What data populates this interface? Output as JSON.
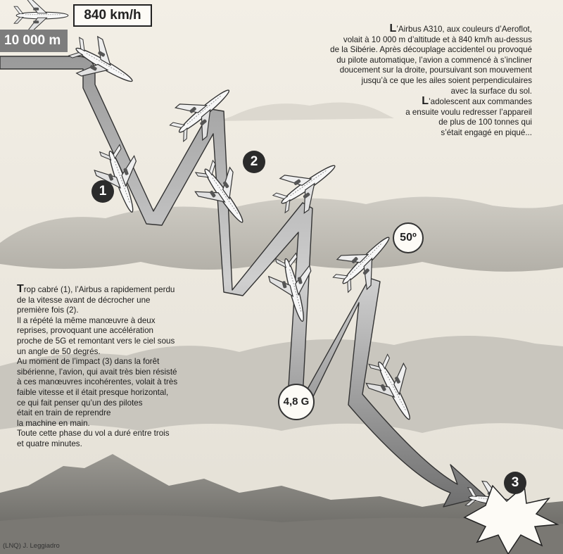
{
  "speed_badge": "840 km/h",
  "altitude_badge": "10 000 m",
  "markers": {
    "m1": "1",
    "m2": "2",
    "m3": "3"
  },
  "callouts": {
    "angle": "50º",
    "g_force": "4,8 G"
  },
  "text_top_right": {
    "p1": {
      "cap": "L",
      "lines": [
        "’Airbus A310, aux couleurs d’Aeroflot,",
        "volait à 10 000 m d’altitude et à 840 km/h au-dessus",
        "de la Sibérie. Après découplage accidentel ou provoqué",
        "du pilote automatique, l’avion a commencé à s’incliner",
        "doucement sur la droite, poursuivant son mouvement",
        "jusqu’à ce que les ailes soient perpendiculaires",
        "avec la surface du sol."
      ]
    },
    "p2": {
      "cap": "L",
      "lines": [
        "’adolescent aux commandes",
        "a ensuite voulu redresser l’appareil",
        "de plus de 100 tonnes qui",
        "s’était engagé en piqué..."
      ]
    }
  },
  "text_left": {
    "cap": "T",
    "lines": [
      "rop cabré (1), l’Airbus a rapidement perdu",
      "de la vitesse avant de décrocher une",
      "première fois (2).",
      "Il a répété la même manœuvre à deux",
      "reprises, provoquant une accélération",
      "proche de 5G et remontant vers le ciel sous",
      "un angle de 50 degrés.",
      "Au moment de l’impact (3) dans la forêt",
      "sibérienne, l’avion, qui avait très bien résisté",
      "à ces manœuvres incohérentes, volait à très",
      "faible vitesse et il était presque horizontal,",
      "ce qui fait penser qu’un des pilotes",
      "était en train de reprendre",
      "la machine en main.",
      "Toute cette phase du vol a duré entre trois",
      "et quatre minutes."
    ]
  },
  "credit": "(LNQ) J. Leggiadro",
  "colors": {
    "paper": "#f1ede4",
    "cloud": "#bfbcb4",
    "mountain": "#8a8883",
    "path_dark": "#6f6f6f",
    "path_light": "#d9d9d9",
    "marker": "#2b2b2b"
  }
}
